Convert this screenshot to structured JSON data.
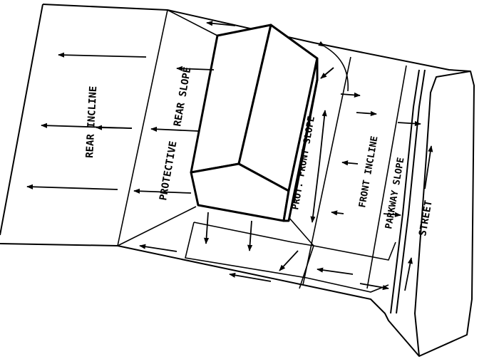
{
  "labels": {
    "rear_incline": "REAR INCLINE",
    "protective_rear_slope_line1": "PROTECTIVE",
    "protective_rear_slope_line2": "REAR SLOPE",
    "prot_front_slope": "PROT. FRONT SLOPE",
    "front_incline": "FRONT INCLINE",
    "parkway_slope": "PARKWAY SLOPE",
    "street": "STREET"
  },
  "colors": {
    "ink": "#000000",
    "paper": "#ffffff"
  }
}
